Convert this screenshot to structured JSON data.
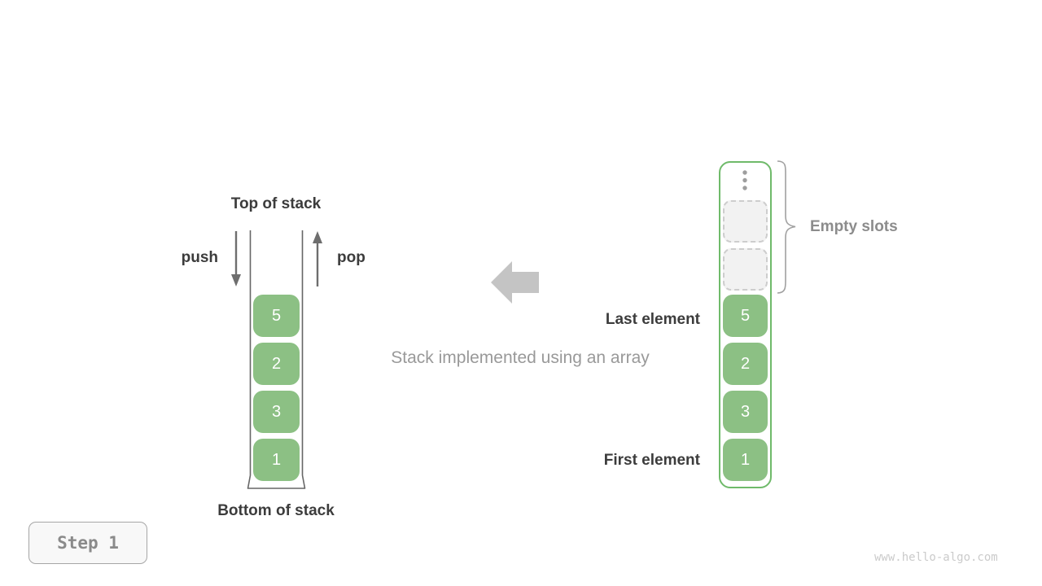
{
  "diagram": {
    "left_stack": {
      "top_label": "Top of stack",
      "push_label": "push",
      "pop_label": "pop",
      "bottom_label": "Bottom of stack",
      "elements": [
        "5",
        "2",
        "3",
        "1"
      ]
    },
    "center": {
      "caption": "Stack implemented using an array"
    },
    "right_array": {
      "empty_slots_label": "Empty slots",
      "last_element_label": "Last element",
      "first_element_label": "First element",
      "empty_slot_count": 2,
      "elements": [
        "5",
        "2",
        "3",
        "1"
      ]
    },
    "footer": {
      "step_label": "Step 1",
      "watermark": "www.hello-algo.com"
    },
    "icons": {
      "push_arrow": "arrow-down-icon",
      "pop_arrow": "arrow-up-icon",
      "transform_arrow": "left-block-arrow-icon",
      "more_items": "vertical-ellipsis-icon",
      "empty_range": "right-curly-brace-icon"
    },
    "colors": {
      "element_green": "#8CC084",
      "array_border_green": "#6FBA6A",
      "label_dark": "#3C3C3C",
      "label_gray": "#8C8C8C",
      "caption_gray": "#999999",
      "block_arrow_gray": "#C4C4C4",
      "empty_slot_fill": "#F2F2F2",
      "empty_slot_border": "#CDCDCD",
      "stack_outline_gray": "#666666",
      "watermark_gray": "#CBCBCB"
    }
  }
}
